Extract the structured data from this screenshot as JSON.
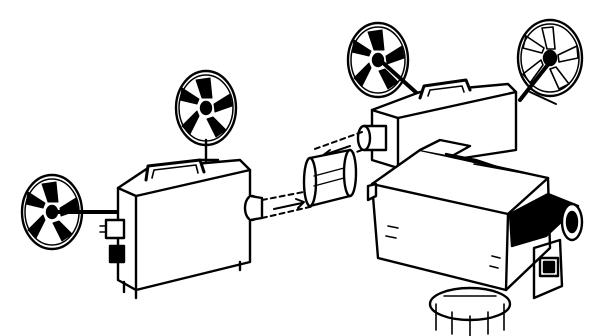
{
  "illustration": {
    "style": "black line drawing",
    "line_color": "#000000",
    "background_color": "#ffffff",
    "elements": [
      "film-projector-left",
      "film-projector-right",
      "video-camera",
      "light-beam-left",
      "light-beam-right"
    ],
    "projectors": [
      {
        "name": "film-projector-left",
        "reels": 2
      },
      {
        "name": "film-projector-right",
        "reels": 2
      }
    ]
  }
}
